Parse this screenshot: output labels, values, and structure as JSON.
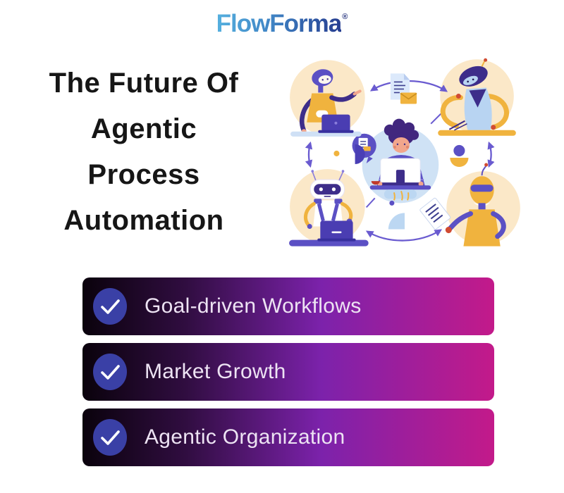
{
  "logo": {
    "text": "FlowForma",
    "reg_mark": "®",
    "color_start": "#55b0df",
    "color_end": "#263d90"
  },
  "title": {
    "lines": [
      "The Future Of",
      "Agentic",
      "Process",
      "Automation"
    ],
    "color": "#161616"
  },
  "checklist": {
    "items": [
      {
        "label": "Goal-driven Workflows"
      },
      {
        "label": "Market Growth"
      },
      {
        "label": "Agentic Organization"
      }
    ],
    "icon": "checkmark",
    "colors": {
      "bar_gradient_start": "#0a020c",
      "bar_gradient_mid": "#7c22ab",
      "bar_gradient_end": "#c31a8a",
      "check_circle": "#3a40a6",
      "checkmark": "#ffffff",
      "label_text": "#ede3f3"
    }
  },
  "illustration": {
    "name": "agentic-process-automation-illustration",
    "figures": [
      "robot-at-laptop-top-left",
      "robot-at-drawing-desk-top-right",
      "person-at-laptop-center",
      "robot-at-laptop-bottom-left",
      "robot-holding-document-bottom-right"
    ],
    "colors": {
      "corner_circle": "#fbe8c8",
      "center_circle": "#cfe2f5",
      "purple": "#5b50c4",
      "dark_purple": "#3d2d8a",
      "yellow": "#f0b33e",
      "arrow": "#6a5bd0",
      "accent_red": "#d14b32"
    }
  }
}
